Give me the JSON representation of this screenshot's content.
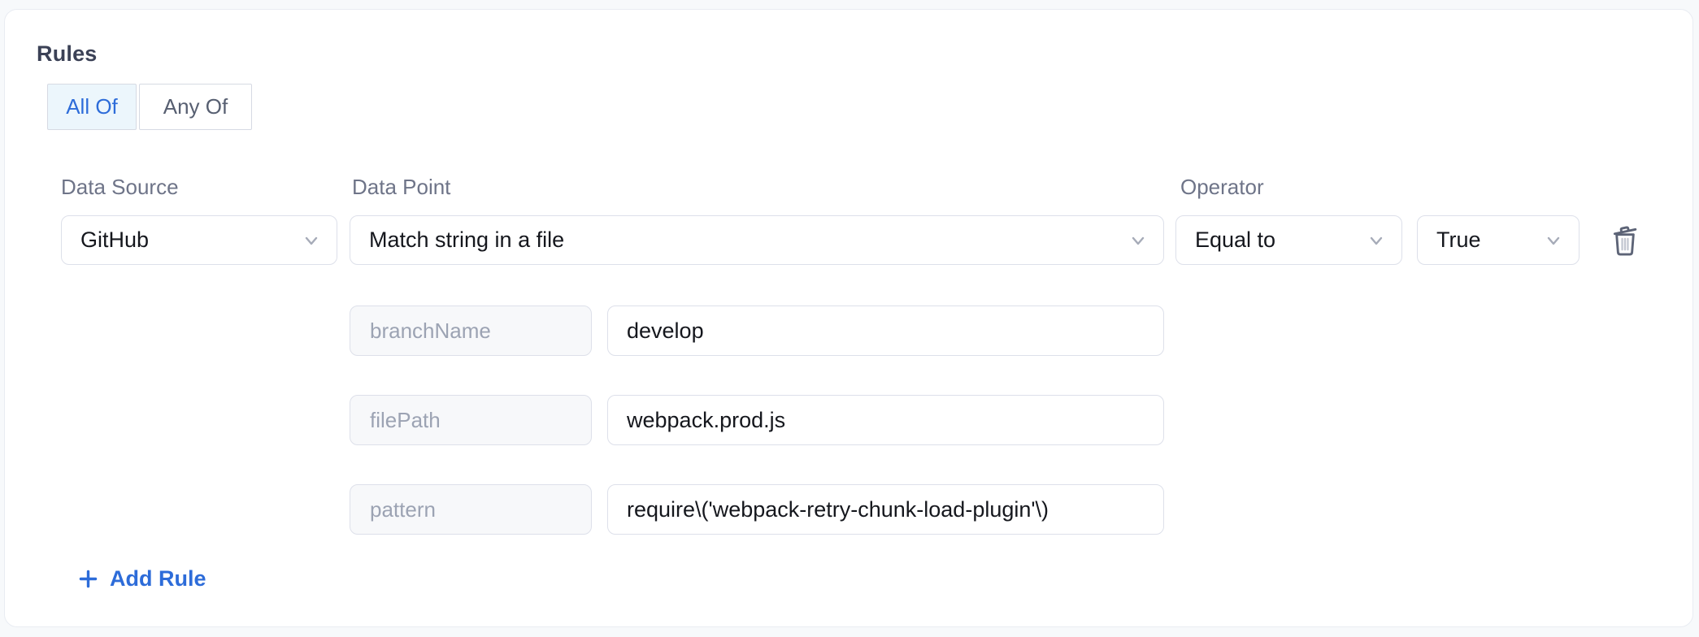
{
  "panel": {
    "title": "Rules",
    "toggle": {
      "options": [
        {
          "label": "All Of",
          "selected": true
        },
        {
          "label": "Any Of",
          "selected": false
        }
      ]
    },
    "rule": {
      "data_source": {
        "label": "Data Source",
        "value": "GitHub"
      },
      "data_point": {
        "label": "Data Point",
        "value": "Match string in a file"
      },
      "operator": {
        "label": "Operator",
        "value": "Equal to",
        "comparison_value": "True"
      },
      "parameters": [
        {
          "key": "branchName",
          "value": "develop"
        },
        {
          "key": "filePath",
          "value": "webpack.prod.js"
        },
        {
          "key": "pattern",
          "value": "require\\('webpack-retry-chunk-load-plugin'\\)"
        }
      ]
    },
    "add_rule_label": "Add Rule"
  },
  "icons": {
    "dropdown": "chevron-down-icon",
    "delete": "trash-icon",
    "add": "plus-icon"
  },
  "colors": {
    "accent_blue": "#2d6cd9",
    "selected_segment_bg": "#ecf6fc",
    "page_bg": "#f7f9fb",
    "card_bg": "#ffffff",
    "input_border": "#dde0ea",
    "label_gray": "#6e7488",
    "key_text_gray": "#9ca3b3",
    "trash_gray": "#5d6477"
  }
}
